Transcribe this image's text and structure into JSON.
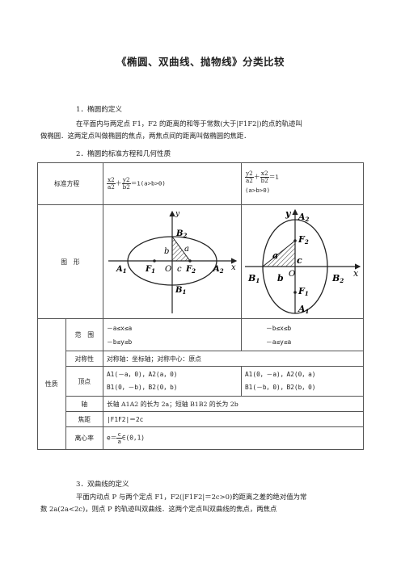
{
  "title": "《椭圆、双曲线、抛物线》分类比较",
  "section1": {
    "heading": "1．椭圆的定义",
    "line1": "在平面内与两定点 F1，F2 的距离的和等于常数(大于|F1F2|)的点的轨迹叫",
    "line2": "做椭圆．这两定点叫做椭圆的焦点，两焦点间的距离叫做椭圆的焦距．"
  },
  "section2": {
    "heading": "2．椭圆的标准方程和几何性质"
  },
  "table": {
    "std_label": "标准方程",
    "eq1": {
      "num1": "x2",
      "den1": "a2",
      "num2": "y2",
      "den2": "b2",
      "tail": "＝1(a>b>0)"
    },
    "eq2": {
      "num1": "y2",
      "den1": "a2",
      "num2": "x2",
      "den2": "b2",
      "tail": "＝1",
      "cond": "(a>b>0)"
    },
    "figure_label": "图　形",
    "fig1": {
      "y": "y",
      "x": "x",
      "B2": "B",
      "B2s": "2",
      "b": "b",
      "a": "a",
      "A1": "A",
      "A1s": "1",
      "F1": "F",
      "F1s": "1",
      "O": "O",
      "c": "c",
      "F2": "F",
      "F2s": "2",
      "A2": "A",
      "A2s": "2",
      "B1": "B",
      "B1s": "1"
    },
    "fig2": {
      "y": "y",
      "x": "x",
      "A2": "A",
      "A2s": "2",
      "F2": "F",
      "F2s": "2",
      "a": "a",
      "c": "c",
      "B1": "B",
      "B1s": "1",
      "b": "b",
      "O": "O",
      "B2": "B",
      "B2s": "2",
      "F1": "F",
      "F1s": "1",
      "A1": "A",
      "A1s": "1"
    },
    "props_label": "性质",
    "range_label": "范　围",
    "range1a": "－a≤x≤a",
    "range1b": "－b≤y≤b",
    "range2a": "－b≤x≤b",
    "range2b": "－a≤y≤a",
    "sym_label": "对称性",
    "sym_value": "对称轴：坐标轴；对称中心：原点",
    "vertex_label": "顶点",
    "vertex1a": "A1(－a，0)，A2(a，0)",
    "vertex1b": "B1(0，－b)，B2(0，b)",
    "vertex2a": "A1(0，－a)，A2(0，a)",
    "vertex2b": "B1(－b，0)，B2(b，0)",
    "axis_label": "轴",
    "axis_value": "长轴 A1A2 的长为 2a；短轴 B1B2 的长为 2b",
    "focal_label": "焦距",
    "focal_value": "|F1F2|＝2c",
    "ecc_label": "离心率",
    "ecc_pre": "e＝",
    "ecc_num": "c",
    "ecc_den": "a",
    "ecc_tail": "∈(0,1)"
  },
  "section3": {
    "heading": "3．双曲线的定义",
    "line1": "平面内动点 P 与两个定点 F1，F2(|F1F2|＝2c>0)的距离之差的绝对值为常",
    "line2": "数 2a(2a<2c)，则点 P 的轨迹叫双曲线．这两个定点叫双曲线的焦点，两焦点"
  }
}
